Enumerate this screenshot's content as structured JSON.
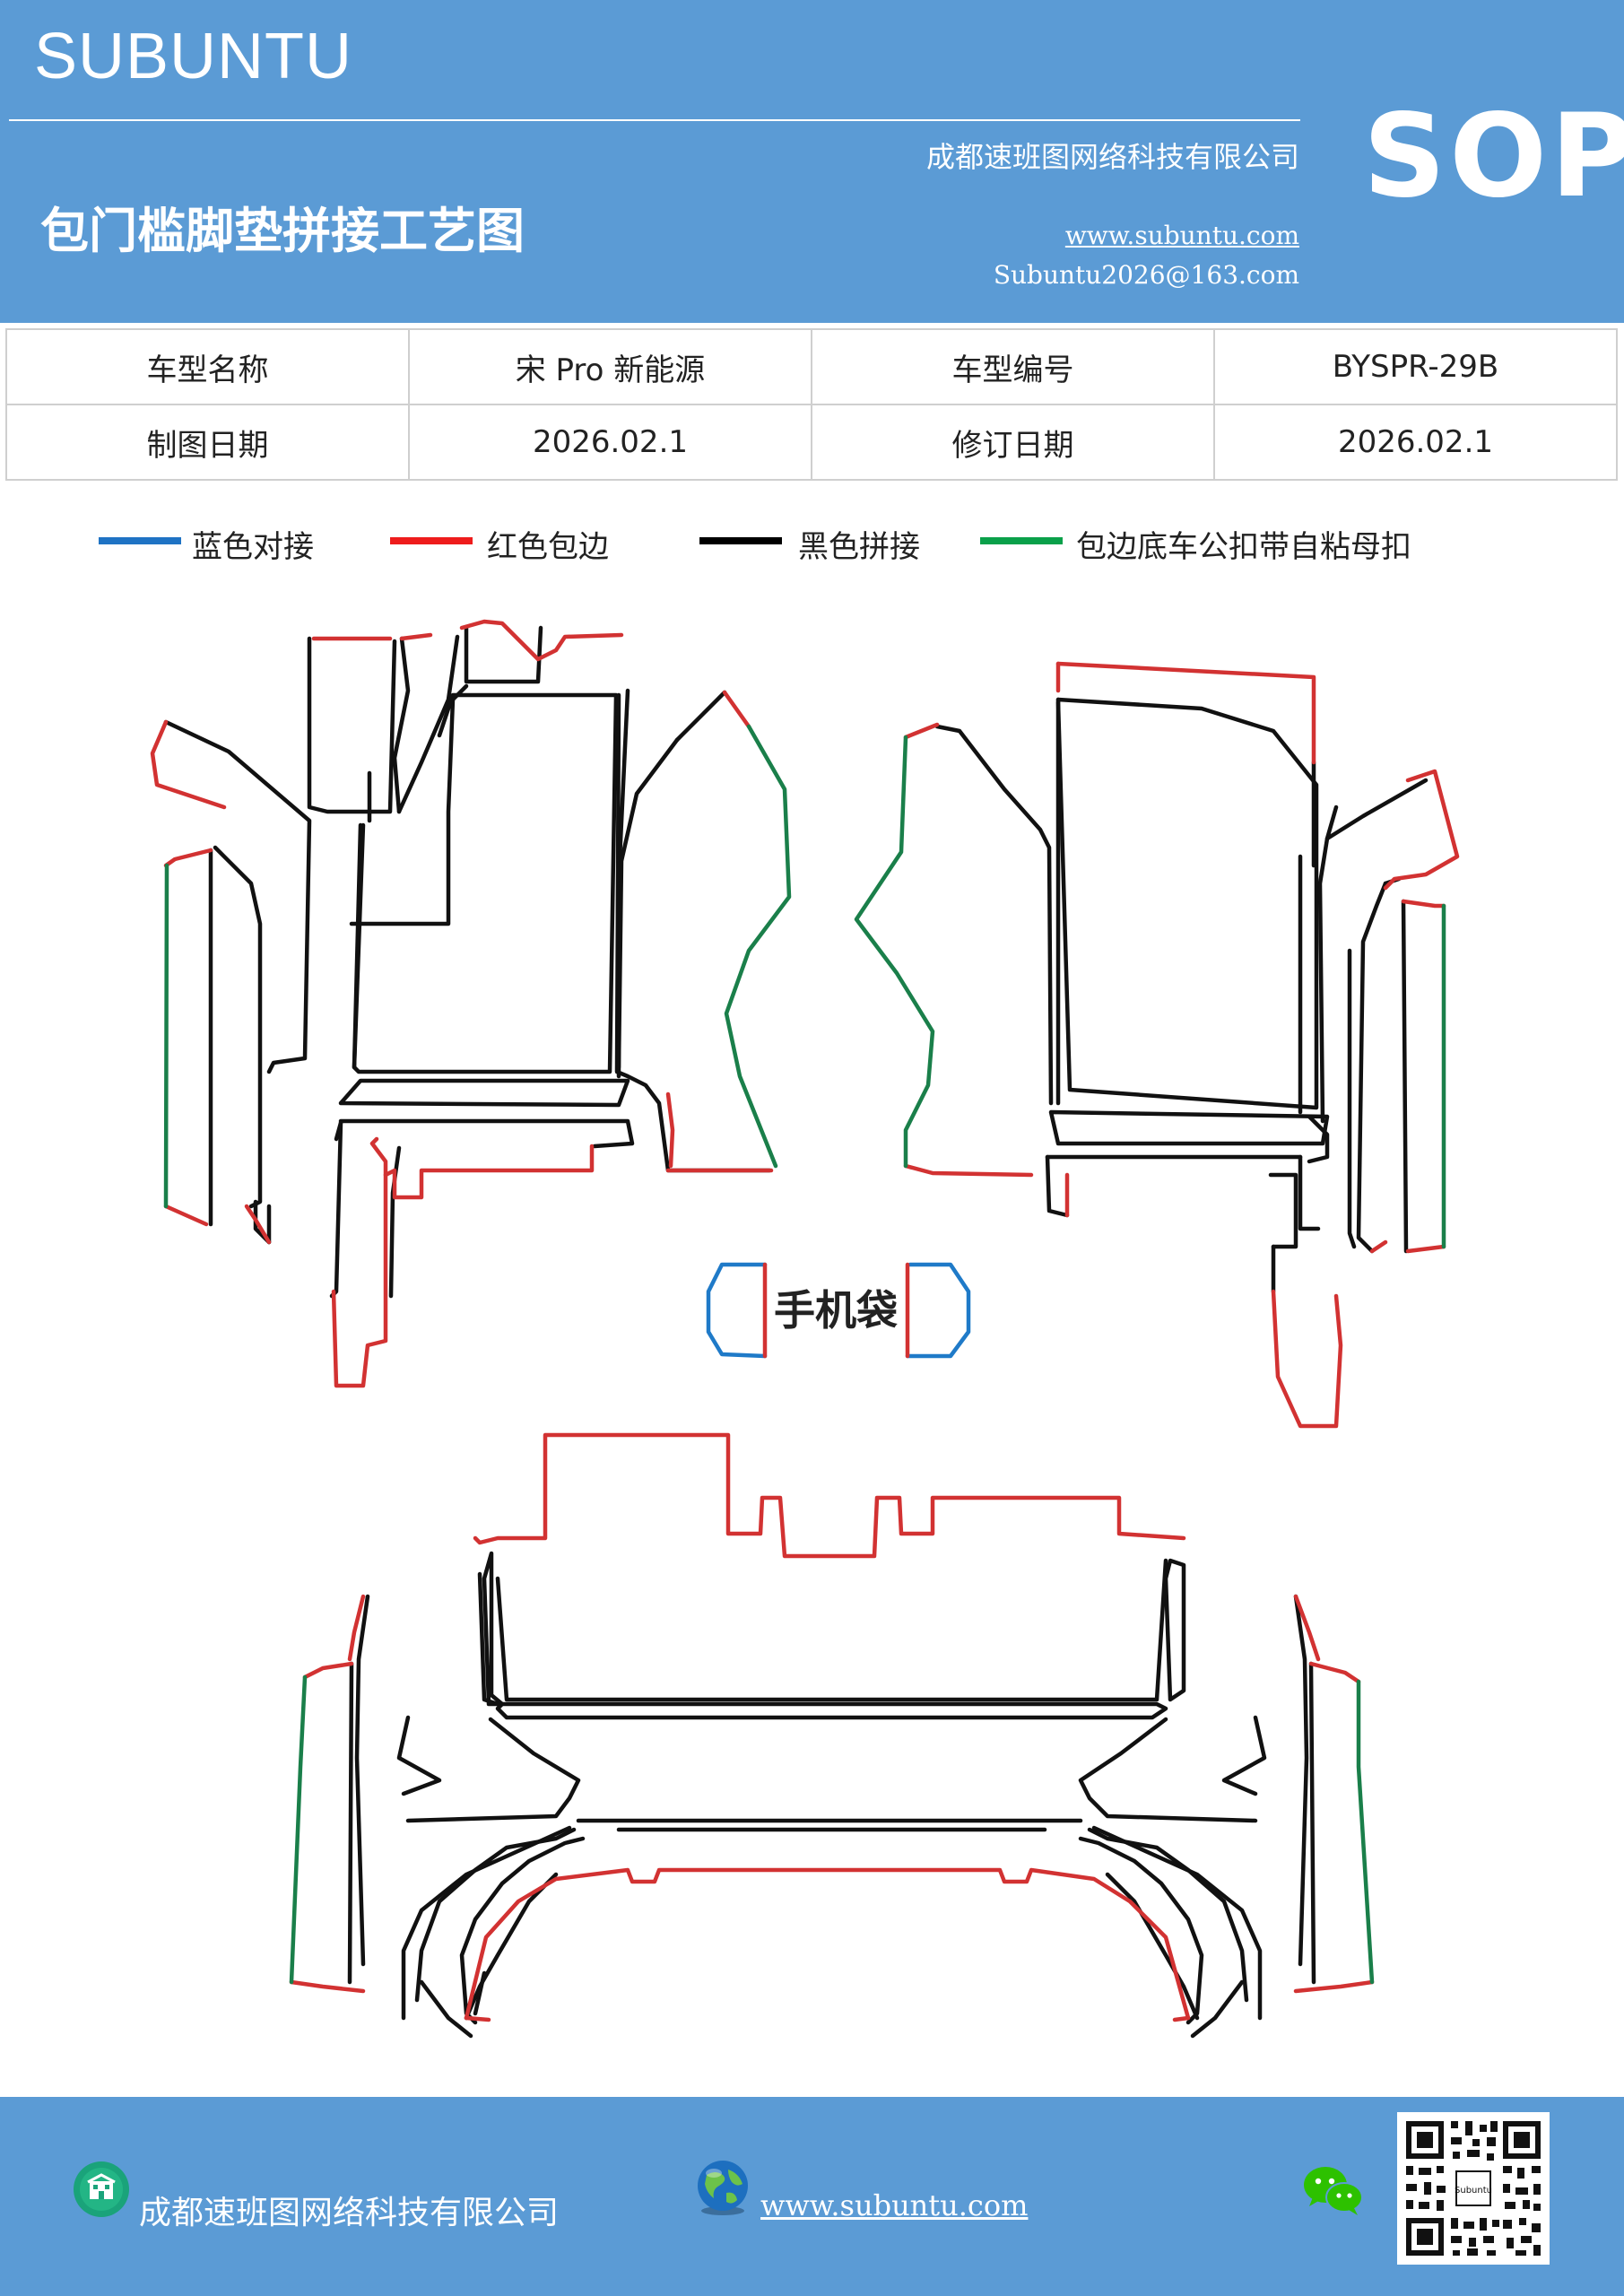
{
  "header": {
    "brand": "SUBUNTU",
    "company": "成都速班图网络科技有限公司",
    "sop": "SOP",
    "title": "包门槛脚垫拼接工艺图",
    "website": "www.subuntu.com",
    "email": "Subuntu2026@163.com"
  },
  "info_table": {
    "rows": [
      [
        "车型名称",
        "宋 Pro 新能源",
        "车型编号",
        "BYSPR-29B"
      ],
      [
        "制图日期",
        "2026.02.1",
        "修订日期",
        "2026.02.1"
      ]
    ]
  },
  "legend": [
    {
      "label": "蓝色对接",
      "color": "#1f73c4"
    },
    {
      "label": "红色包边",
      "color": "#ee1c1c"
    },
    {
      "label": "黑色拼接",
      "color": "#000000"
    },
    {
      "label": "包边底车公扣带自粘母扣",
      "color": "#0aa04a"
    }
  ],
  "diagram": {
    "center_label": "手机袋",
    "colors": {
      "black": "#111111",
      "red": "#d23232",
      "green": "#1a7f4a",
      "blue": "#1f7ac8"
    }
  },
  "footer": {
    "company": "成都速班图网络科技有限公司",
    "website": "www.subuntu.com",
    "icons": [
      "building-icon",
      "globe-icon",
      "wechat-icon",
      "qr-code"
    ]
  }
}
